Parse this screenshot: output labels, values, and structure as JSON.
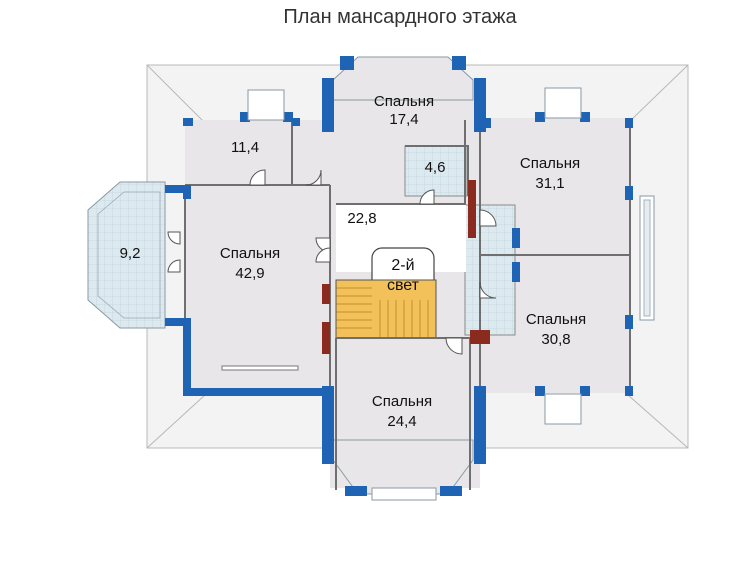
{
  "title": "План мансардного этажа",
  "colors": {
    "wall": "#1f63b5",
    "room_fill": "#e8e6e8",
    "roof_fill": "#f2f2f2",
    "stairs": "#f2c15a",
    "brick": "#8b2b1f",
    "tile": "#dce9ef"
  },
  "rooms": {
    "r114": "11,4",
    "r46": "4,6",
    "r92": "9,2",
    "hall": "22,8",
    "bed_174": {
      "name": "Спальня",
      "area": "17,4"
    },
    "bed_311": {
      "name": "Спальня",
      "area": "31,1"
    },
    "bed_429": {
      "name": "Спальня",
      "area": "42,9"
    },
    "bed_308": {
      "name": "Спальня",
      "area": "30,8"
    },
    "bed_244": {
      "name": "Спальня",
      "area": "24,4"
    },
    "light_well": {
      "line1": "2-й",
      "line2": "свет"
    }
  }
}
